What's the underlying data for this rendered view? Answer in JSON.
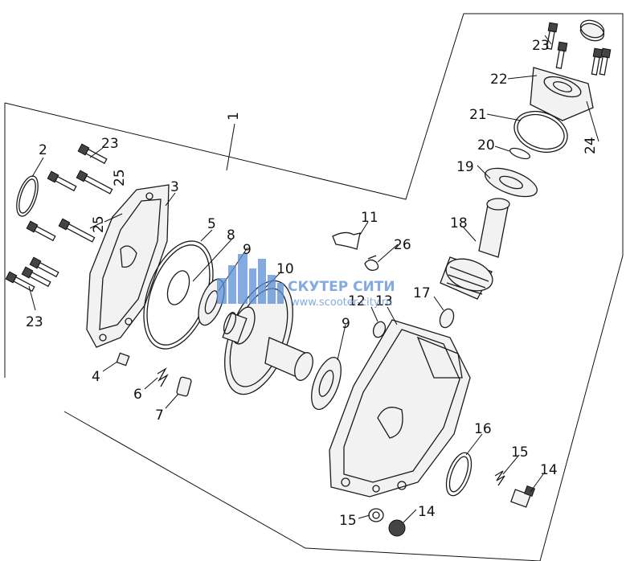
{
  "watermark": {
    "title": "СКУТЕР СИТИ",
    "url": "www.scooter-city.ru",
    "color": "#5a8fd8"
  },
  "callouts": [
    "1",
    "2",
    "3",
    "4",
    "5",
    "6",
    "7",
    "8",
    "9",
    "9",
    "10",
    "11",
    "12",
    "13",
    "14",
    "14",
    "15",
    "15",
    "16",
    "17",
    "18",
    "19",
    "20",
    "21",
    "22",
    "23",
    "23",
    "23",
    "24",
    "25",
    "25",
    "26"
  ]
}
